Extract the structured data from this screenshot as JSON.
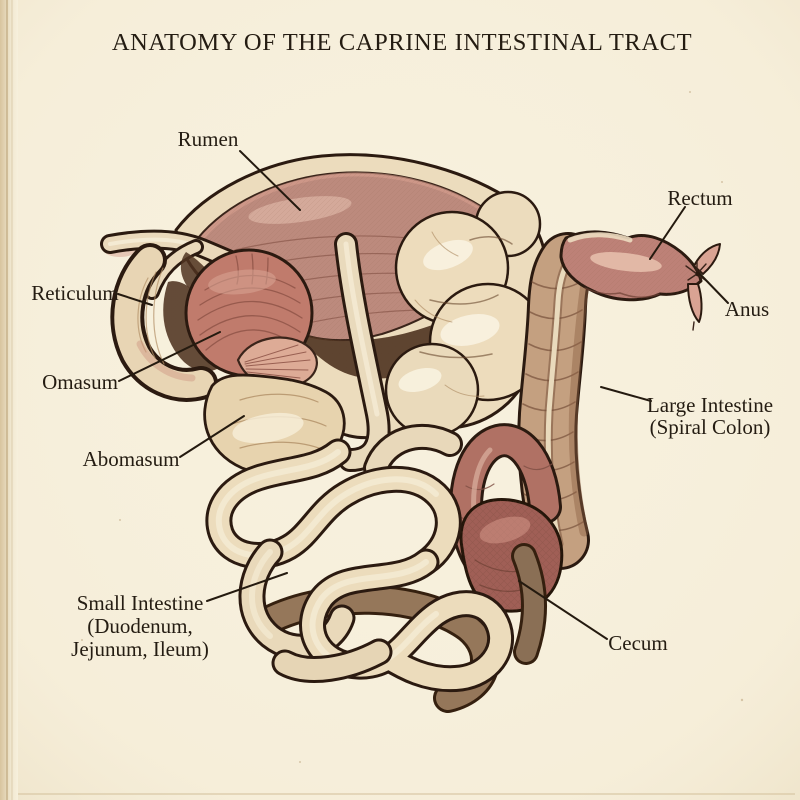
{
  "title": "ANATOMY OF THE CAPRINE INTESTINAL TRACT",
  "labels": {
    "rumen": "Rumen",
    "reticulum": "Reticulum",
    "omasum": "Omasum",
    "abomasum": "Abomasum",
    "small_intestine_1": "Small Intestine",
    "small_intestine_2": "(Duodenum,",
    "small_intestine_3": "Jejunum, Ileum)",
    "rectum": "Rectum",
    "anus": "Anus",
    "large_intestine_1": "Large Intestine",
    "large_intestine_2": "(Spiral Colon)",
    "cecum": "Cecum"
  },
  "colors": {
    "paper": "#f7f0dd",
    "ink_outline": "#2b1a10",
    "label_text": "#241c12",
    "rumen_interior": "#bc8a7d",
    "cream_organ": "#ecdcbd",
    "omasum_red": "#c07b6c",
    "colon_tan": "#c4a080",
    "cecum_red": "#a05f56",
    "rectum_mauve": "#bd8177"
  }
}
